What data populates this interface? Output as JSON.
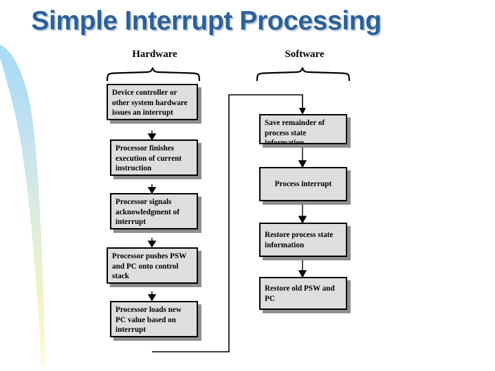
{
  "slide": {
    "title": "Simple Interrupt Processing",
    "title_color": "#2e6096",
    "title_shadow_color": "#b9cde0",
    "background_color": "#ffffff"
  },
  "decoration": {
    "leaf_name": "leaf-swoosh-decoration",
    "gradient_top_color": "#aeddf7",
    "gradient_mid_color": "#dce9d8",
    "gradient_bottom_color": "#fdf8c8"
  },
  "diagram": {
    "type": "flowchart",
    "box_fill_color": "#dedede",
    "box_border_color": "#000000",
    "box_shadow_color": "#8e8e8e",
    "columns": [
      {
        "key": "hardware",
        "heading": "Hardware"
      },
      {
        "key": "software",
        "heading": "Software"
      }
    ],
    "hardware_steps": [
      {
        "id": "hw-1",
        "text": "Device controller or other system hardware issues an interrupt"
      },
      {
        "id": "hw-2",
        "text": "Processor finishes execution of current instruction"
      },
      {
        "id": "hw-3",
        "text": "Processor signals acknowledgment of interrupt"
      },
      {
        "id": "hw-4",
        "text": "Processor pushes PSW and PC onto control stack"
      },
      {
        "id": "hw-5",
        "text": "Processor loads new PC value based on interrupt"
      }
    ],
    "software_steps": [
      {
        "id": "sw-1",
        "text": "Save remainder of process state information"
      },
      {
        "id": "sw-2",
        "text": "Process interrupt"
      },
      {
        "id": "sw-3",
        "text": "Restore process state information"
      },
      {
        "id": "sw-4",
        "text": "Restore old PSW and PC"
      }
    ],
    "connectors": [
      {
        "name": "hw1-to-hw2",
        "kind": "arrow-down"
      },
      {
        "name": "hw2-to-hw3",
        "kind": "arrow-down"
      },
      {
        "name": "hw3-to-hw4",
        "kind": "arrow-down"
      },
      {
        "name": "hw4-to-hw5",
        "kind": "arrow-down"
      },
      {
        "name": "hw5-to-sw1",
        "kind": "elbow-arrow"
      },
      {
        "name": "sw1-to-sw2",
        "kind": "arrow-down"
      },
      {
        "name": "sw2-to-sw3",
        "kind": "arrow-down"
      },
      {
        "name": "sw3-to-sw4",
        "kind": "arrow-down"
      }
    ]
  }
}
